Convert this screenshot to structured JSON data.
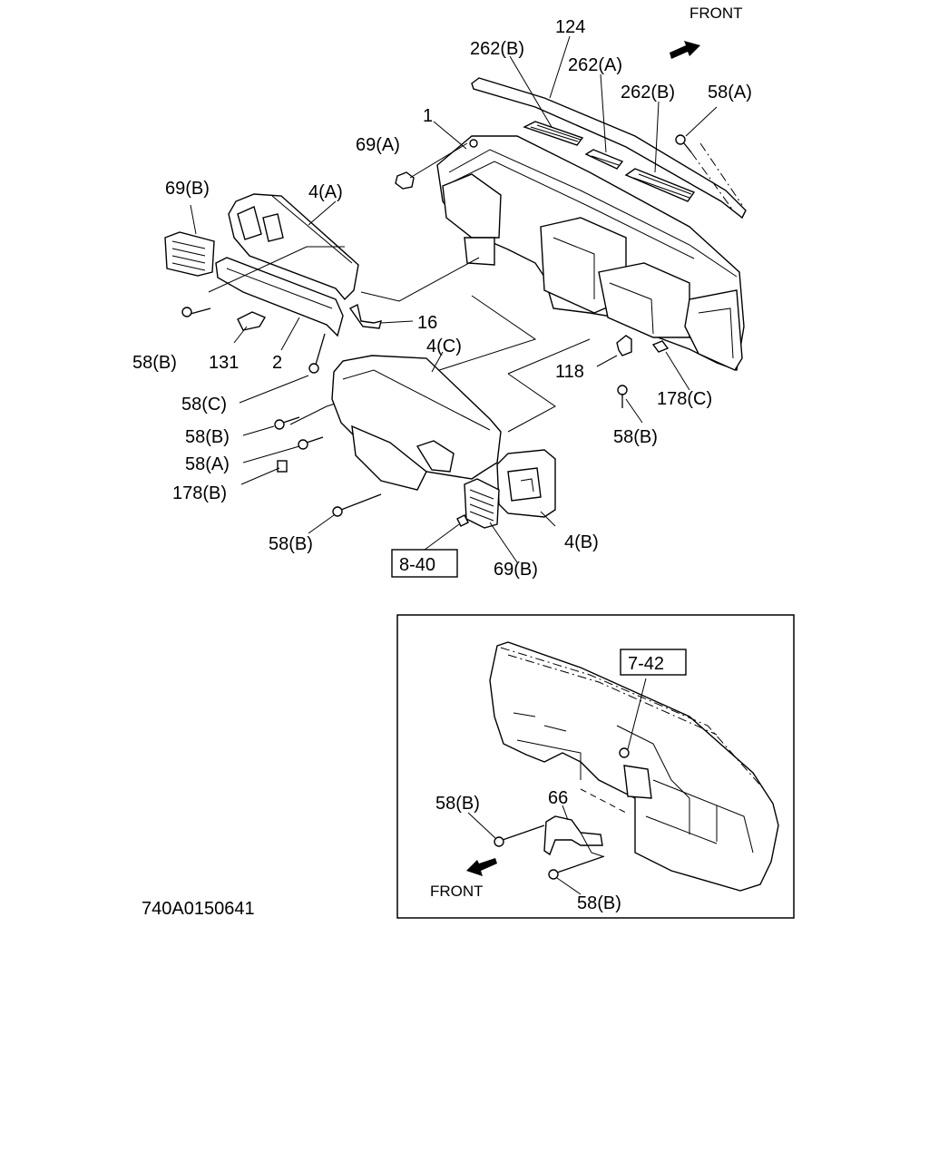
{
  "front_label": "FRONT",
  "part_labels": {
    "p124": "124",
    "p262b_top": "262(B)",
    "p262a": "262(A)",
    "p262b_right": "262(B)",
    "p58a_top": "58(A)",
    "p1": "1",
    "p69a": "69(A)",
    "p69b_left": "69(B)",
    "p4a": "4(A)",
    "p16": "16",
    "p58b_left": "58(B)",
    "p131": "131",
    "p2": "2",
    "p4c": "4(C)",
    "p118": "118",
    "p178c": "178(C)",
    "p58c": "58(C)",
    "p58b_mid": "58(B)",
    "p58a_mid": "58(A)",
    "p178b": "178(B)",
    "p58b_right": "58(B)",
    "p58b_low": "58(B)",
    "p4b": "4(B)",
    "p69b_low": "69(B)"
  },
  "ref_boxes": {
    "ref_8_40": "8-40",
    "ref_7_42": "7-42"
  },
  "inset": {
    "front_label": "FRONT",
    "p58b_a": "58(B)",
    "p66": "66",
    "p58b_b": "58(B)"
  },
  "drawing_number": "740A0150641"
}
